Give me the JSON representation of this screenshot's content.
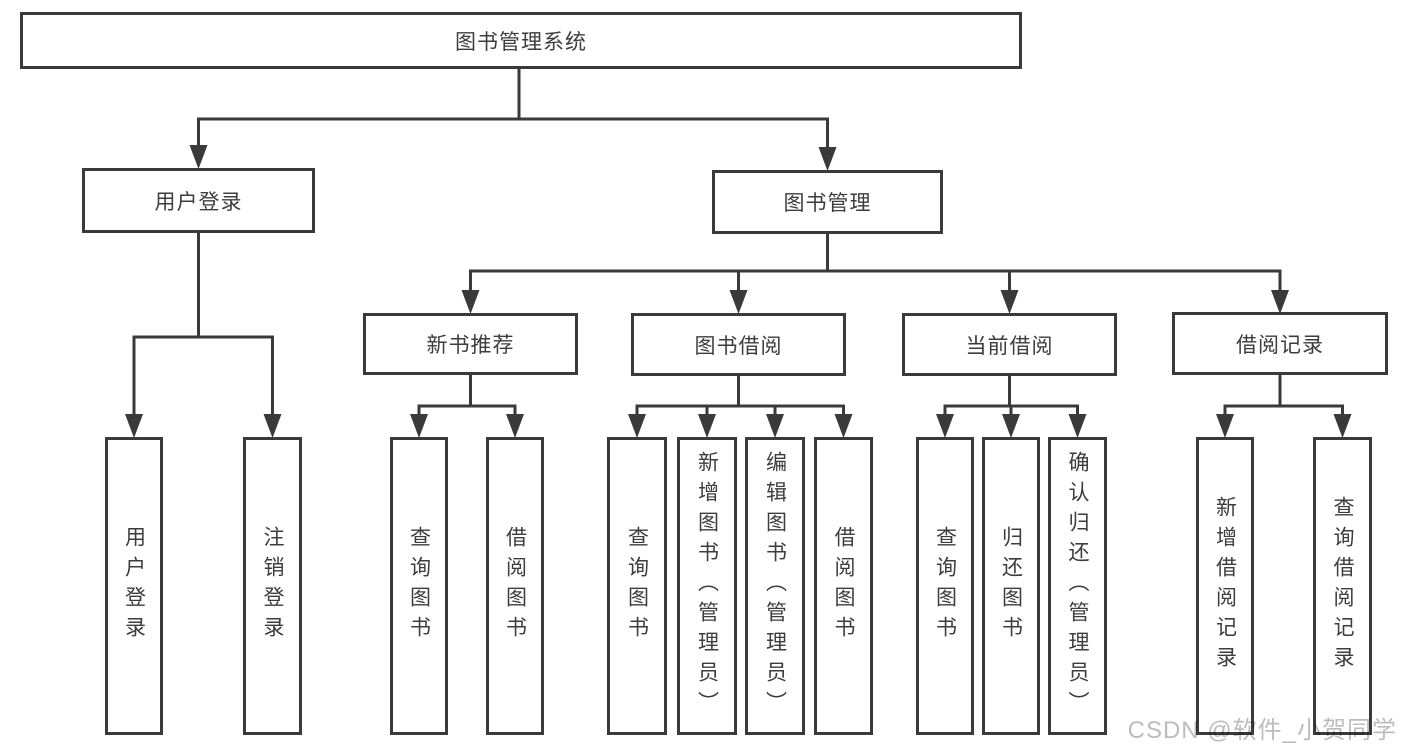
{
  "watermark": {
    "text": "CSDN @软件_小贺同学"
  },
  "tree": {
    "root": "图书管理系统",
    "branches": [
      {
        "label": "用户登录",
        "children": [
          "用户登录",
          "注销登录"
        ]
      },
      {
        "label": "图书管理",
        "groups": [
          {
            "label": "新书推荐",
            "children": [
              "查询图书",
              "借阅图书"
            ]
          },
          {
            "label": "图书借阅",
            "children": [
              "查询图书",
              "新增图书（管理员）",
              "编辑图书（管理员）",
              "借阅图书"
            ]
          },
          {
            "label": "当前借阅",
            "children": [
              "查询图书",
              "归还图书",
              "确认归还（管理员）"
            ]
          },
          {
            "label": "借阅记录",
            "children": [
              "新增借阅记录",
              "查询借阅记录"
            ]
          }
        ]
      }
    ]
  }
}
